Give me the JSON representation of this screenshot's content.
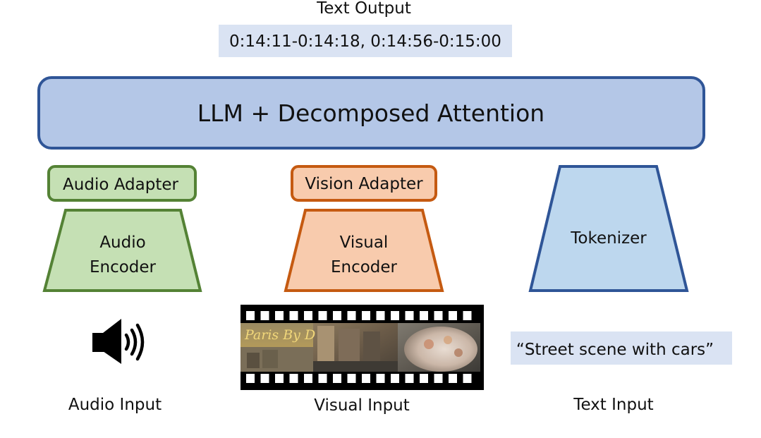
{
  "output": {
    "label": "Text Output",
    "value": "0:14:11-0:14:18, 0:14:56-0:15:00"
  },
  "llm": {
    "label": "LLM + Decomposed Attention"
  },
  "adapters": {
    "audio": "Audio Adapter",
    "vision": "Vision Adapter"
  },
  "encoders": {
    "audio_line1": "Audio",
    "audio_line2": "Encoder",
    "visual_line1": "Visual",
    "visual_line2": "Encoder",
    "tokenizer": "Tokenizer"
  },
  "inputs": {
    "audio_label": "Audio Input",
    "visual_label": "Visual Input",
    "text_label": "Text Input",
    "text_value": "“Street scene with cars”",
    "filmstrip_overlay_text": "Paris By D",
    "audio_icon": "speaker-icon"
  },
  "colors": {
    "llm_fill": "#b4c7e7",
    "llm_stroke": "#2f5597",
    "audio_fill": "#c5e0b4",
    "audio_stroke": "#548235",
    "vision_fill": "#f8cbad",
    "vision_stroke": "#c55a11",
    "tokenizer_fill": "#bdd7ee",
    "tokenizer_stroke": "#2f5597",
    "box_fill": "#dae3f3"
  }
}
